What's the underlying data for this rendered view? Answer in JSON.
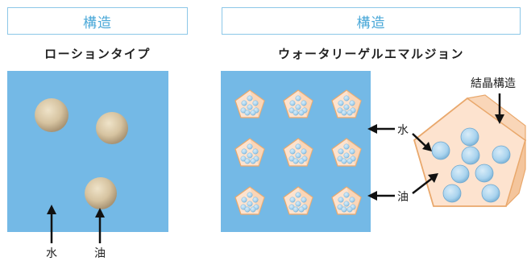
{
  "left_section": {
    "header": "構造",
    "subtitle": "ローションタイプ",
    "labels": {
      "water": "水",
      "oil": "油"
    }
  },
  "right_section": {
    "header": "構造",
    "subtitle": "ウォータリーゲルエマルジョン",
    "labels": {
      "crystal": "結晶構造",
      "water": "水",
      "oil": "油"
    }
  },
  "colors": {
    "water_blue": "#74b9e6",
    "header_text": "#4aa8d8",
    "header_border": "#8cc7e8",
    "oil_droplet": "#d6c3a0",
    "crystal_fill": "#fde3cf",
    "crystal_edge": "#e9a86c",
    "sphere_blue": "#a9d3ee"
  }
}
